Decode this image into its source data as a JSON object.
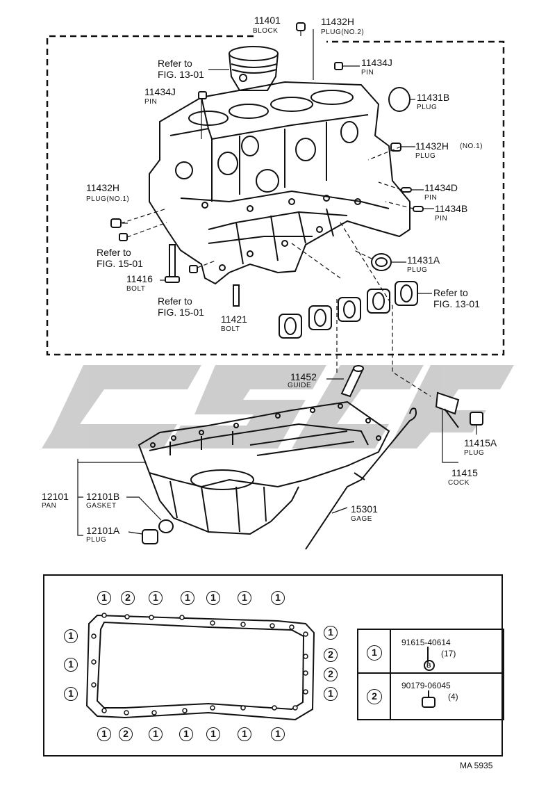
{
  "parts": {
    "p11401": {
      "num": "11401",
      "name": "BLOCK"
    },
    "p11432H_top": {
      "num": "11432H",
      "name": "PLUG(NO.2)"
    },
    "p11434J_top": {
      "num": "11434J",
      "name": "PIN"
    },
    "p11434J_left": {
      "num": "11434J",
      "name": "PIN"
    },
    "p11431B": {
      "num": "11431B",
      "name": "PLUG"
    },
    "p11432H_right": {
      "num": "11432H",
      "suffix": "(NO.1)",
      "name": "PLUG"
    },
    "p11432H_left": {
      "num": "11432H",
      "name": "PLUG(NO.1)"
    },
    "p11434D": {
      "num": "11434D",
      "name": "PIN"
    },
    "p11434B": {
      "num": "11434B",
      "name": "PIN"
    },
    "p11431A": {
      "num": "11431A",
      "name": "PLUG"
    },
    "p11416": {
      "num": "11416",
      "name": "BOLT"
    },
    "p11421": {
      "num": "11421",
      "name": "BOLT"
    },
    "p11452": {
      "num": "11452",
      "name": "GUIDE"
    },
    "p11415A": {
      "num": "11415A",
      "name": "PLUG"
    },
    "p11415": {
      "num": "11415",
      "name": "COCK"
    },
    "p12101": {
      "num": "12101",
      "name": "PAN"
    },
    "p12101B": {
      "num": "12101B",
      "name": "GASKET"
    },
    "p12101A": {
      "num": "12101A",
      "name": "PLUG"
    },
    "p15301": {
      "num": "15301",
      "name": "GAGE"
    }
  },
  "refs": {
    "ref_piston": "Refer to\nFIG. 13-01",
    "ref_left1": "Refer to\nFIG. 15-01",
    "ref_left2": "Refer to\nFIG. 15-01",
    "ref_bearing": "Refer to\nFIG. 13-01"
  },
  "bolt_pattern": {
    "top_row": [
      "1",
      "2",
      "1",
      "1",
      "1",
      "1",
      "1"
    ],
    "bottom_row": [
      "1",
      "2",
      "1",
      "1",
      "1",
      "1",
      "1"
    ],
    "left_col": [
      "1",
      "1",
      "1"
    ],
    "right_col": [
      "1",
      "2",
      "2",
      "1"
    ]
  },
  "legend": {
    "rows": [
      {
        "index": "1",
        "code": "91615-40614",
        "qty": "(17)",
        "symbol": "B"
      },
      {
        "index": "2",
        "code": "90179-06045",
        "qty": "(4)"
      }
    ]
  },
  "figure_id": "MA 5935",
  "watermark": "CSCH"
}
